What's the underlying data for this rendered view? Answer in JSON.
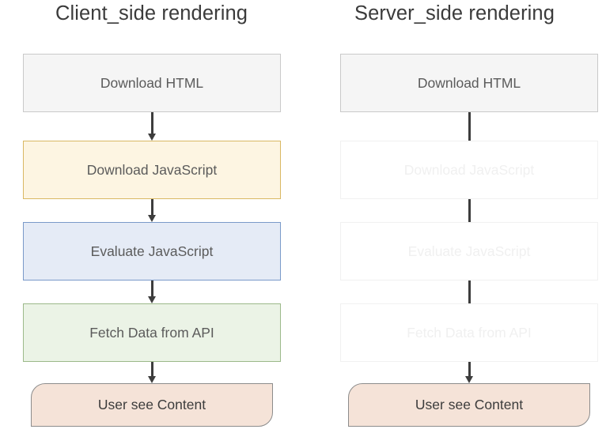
{
  "diagram": {
    "type": "flowchart-comparison",
    "background": "#ffffff",
    "columns": [
      {
        "id": "client-side",
        "title": "Client_side rendering",
        "nodes": [
          {
            "id": "download-html",
            "label": "Download HTML",
            "shape": "rect",
            "style": "gray",
            "active": true,
            "fill": "#f5f5f5",
            "border": "#c9c9c9"
          },
          {
            "id": "download-js",
            "label": "Download JavaScript",
            "shape": "rect",
            "style": "amber",
            "active": true,
            "fill": "#fdf5e2",
            "border": "#d9b863"
          },
          {
            "id": "evaluate-js",
            "label": "Evaluate JavaScript",
            "shape": "rect",
            "style": "blue",
            "active": true,
            "fill": "#e5ebf6",
            "border": "#7a9ac9"
          },
          {
            "id": "fetch-data",
            "label": "Fetch Data from API",
            "shape": "rect",
            "style": "green",
            "active": true,
            "fill": "#ebf3e6",
            "border": "#9cb98a"
          },
          {
            "id": "user-content",
            "label": "User see Content",
            "shape": "banner",
            "style": "peach",
            "active": true,
            "fill": "#f5e3d8",
            "border": "#8c8c8c"
          }
        ],
        "arrows": [
          {
            "from": "download-html",
            "to": "download-js"
          },
          {
            "from": "download-js",
            "to": "evaluate-js"
          },
          {
            "from": "evaluate-js",
            "to": "fetch-data"
          },
          {
            "from": "fetch-data",
            "to": "user-content"
          }
        ]
      },
      {
        "id": "server-side",
        "title": "Server_side rendering",
        "nodes": [
          {
            "id": "download-html",
            "label": "Download HTML",
            "shape": "rect",
            "style": "gray",
            "active": true,
            "fill": "#f5f5f5",
            "border": "#c9c9c9"
          },
          {
            "id": "download-js",
            "label": "Download JavaScript",
            "shape": "rect",
            "style": "ghost",
            "active": false,
            "fill": "#ffffff",
            "border": "#f1f1f1"
          },
          {
            "id": "evaluate-js",
            "label": "Evaluate JavaScript",
            "shape": "rect",
            "style": "ghost",
            "active": false,
            "fill": "#ffffff",
            "border": "#f1f1f1"
          },
          {
            "id": "fetch-data",
            "label": "Fetch Data from API",
            "shape": "rect",
            "style": "ghost",
            "active": false,
            "fill": "#ffffff",
            "border": "#f1f1f1"
          },
          {
            "id": "user-content",
            "label": "User see Content",
            "shape": "banner",
            "style": "peach",
            "active": true,
            "fill": "#f5e3d8",
            "border": "#8c8c8c"
          }
        ],
        "arrows": [
          {
            "from": "download-html",
            "to": "user-content",
            "skips": [
              "download-js",
              "evaluate-js",
              "fetch-data"
            ]
          }
        ]
      }
    ],
    "arrow_color": "#3d3d3d",
    "title_color": "#3b3b3b"
  }
}
